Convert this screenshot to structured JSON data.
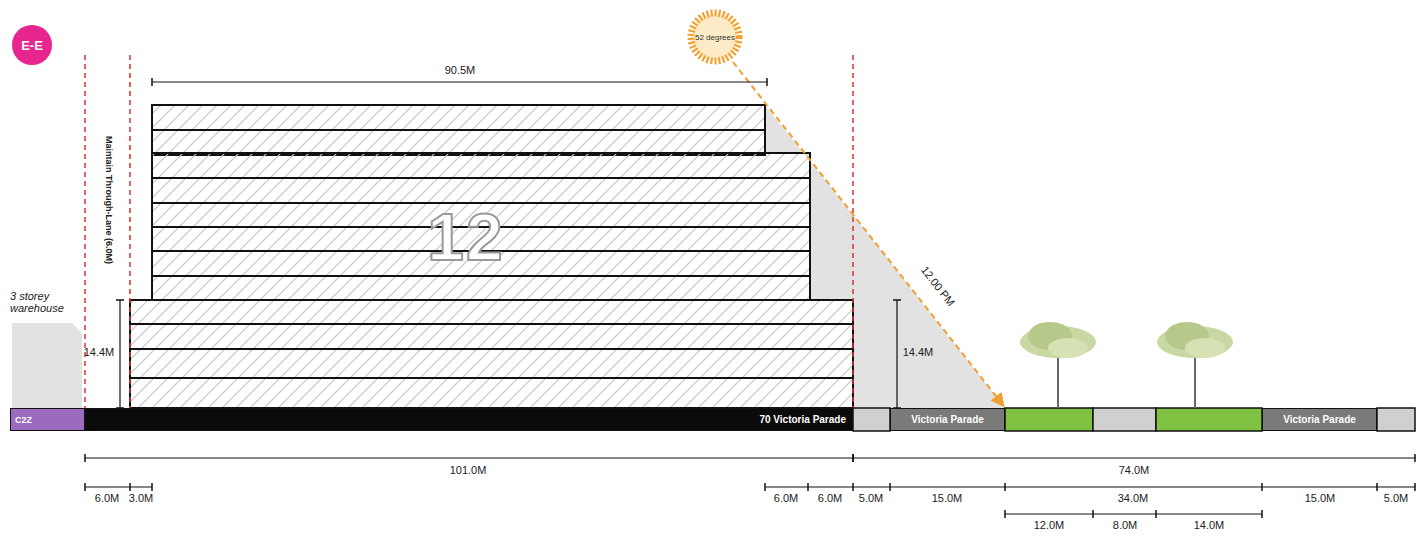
{
  "diagram": {
    "nodes": [
      {
        "text": [
          "E-E"
        ]
      },
      {
        "text": [
          "52 degrees"
        ]
      },
      {
        "text": [
          "12"
        ]
      },
      {
        "text": [
          "C2Z"
        ]
      },
      {
        "text": [
          "70 Victoria Parade"
        ]
      },
      {
        "text": [
          "Victoria Parade"
        ]
      },
      {
        "text": [
          "Victoria Parade"
        ]
      }
    ],
    "labels": [
      "90.5M",
      "Maintain Through-Lane (6.0M)",
      "3 storey warehouse",
      "14.4M",
      "14.4M",
      "12.00 PM",
      "101.0M",
      "74.0M",
      "6.0M",
      "3.0M",
      "6.0M",
      "6.0M",
      "5.0M",
      "15.0M",
      "34.0M",
      "15.0M",
      "5.0M",
      "12.0M",
      "8.0M",
      "14.0M"
    ]
  }
}
